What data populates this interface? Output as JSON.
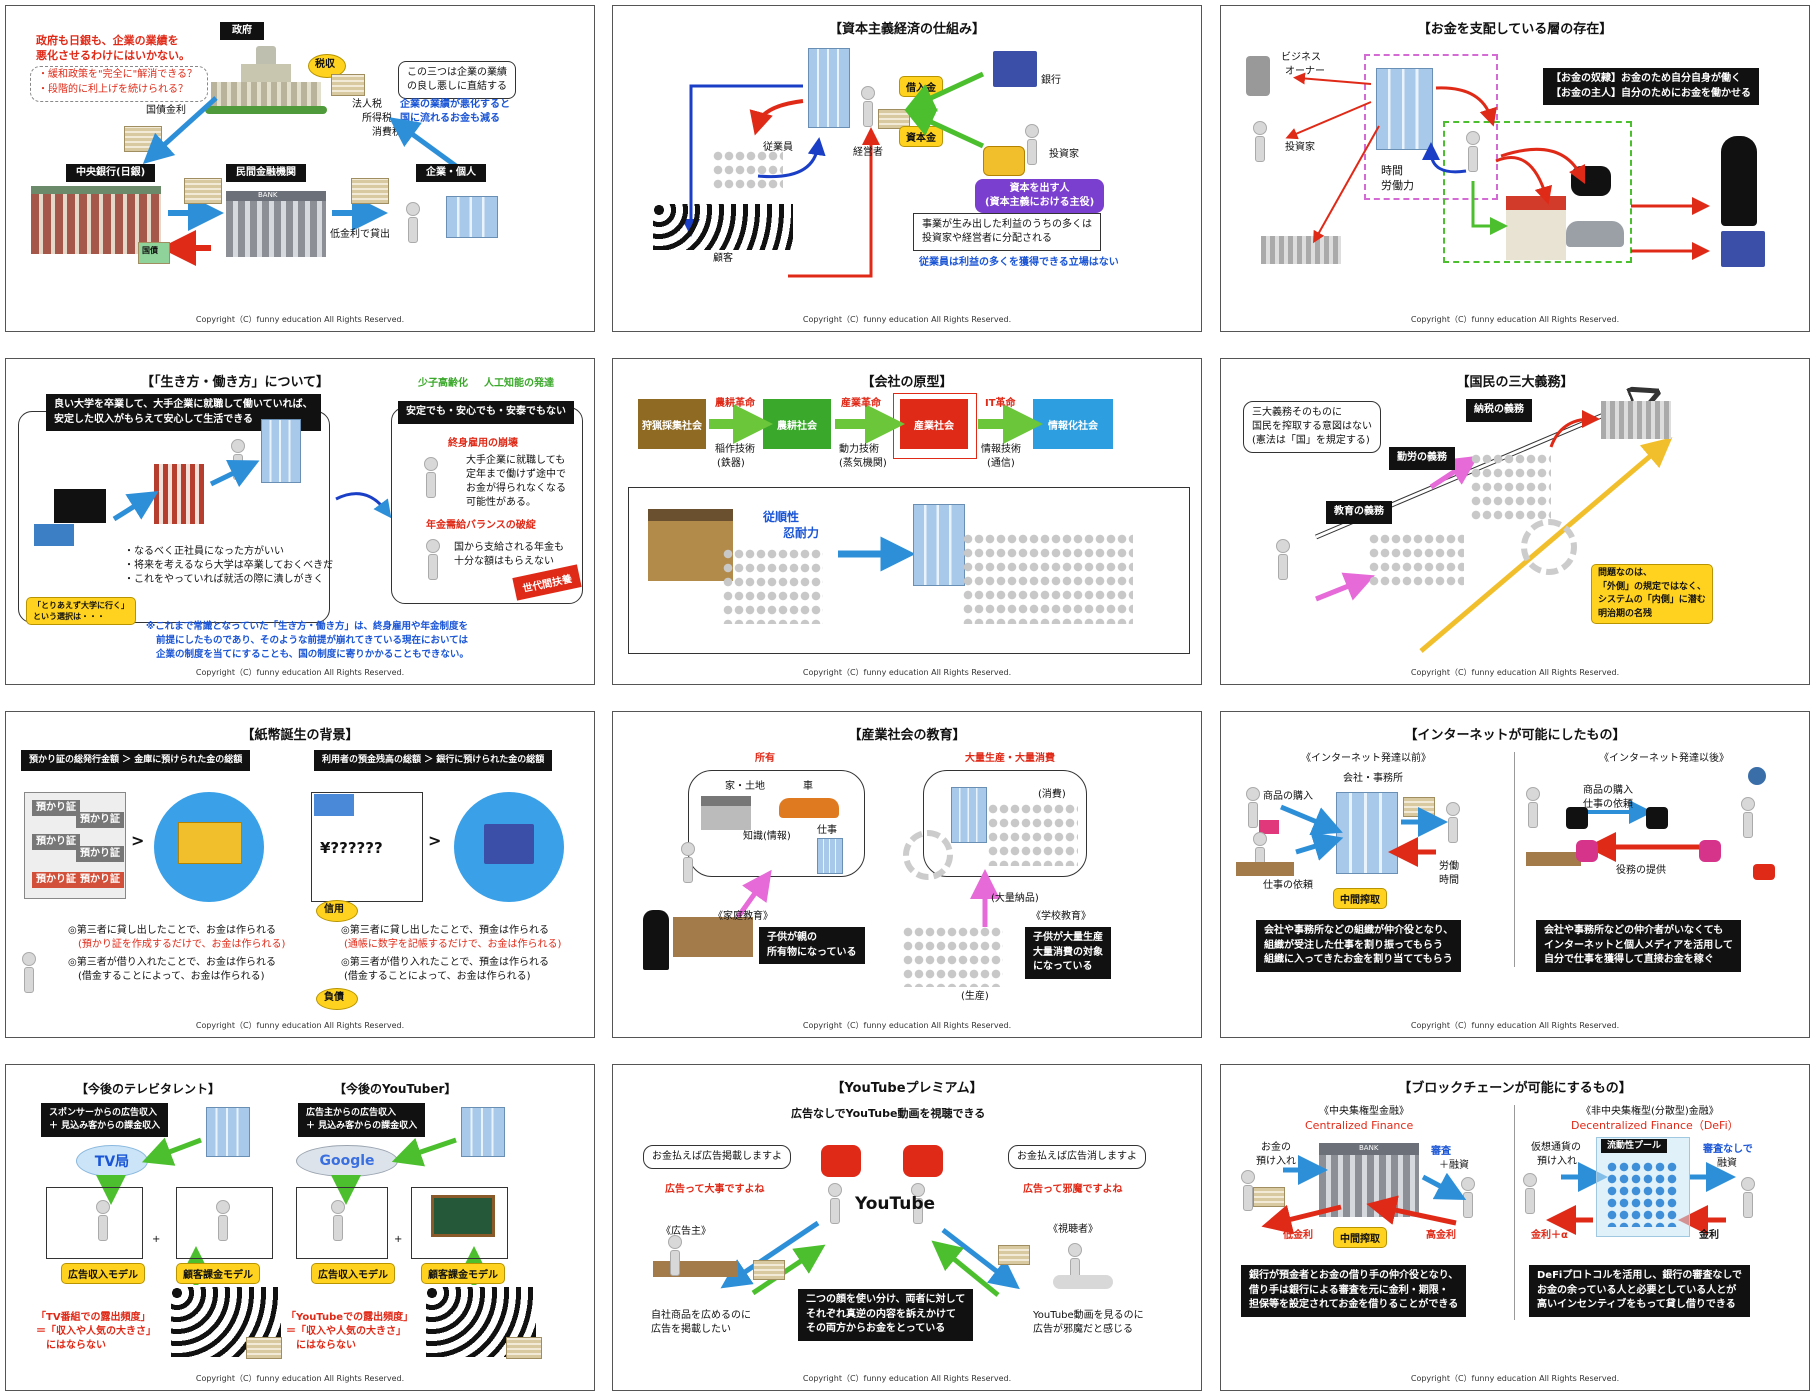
{
  "copyright": "Copyright（C）funny education All Rights Reserved.",
  "p1": {
    "gov": "政府",
    "central": "中央銀行(日銀)",
    "private": "民間金融機関",
    "corp": "企業・個人",
    "tax": "税収",
    "bond": "国債金利",
    "loan": "低金利で貸出",
    "taxes": [
      "法人税",
      "所得税",
      "消費税"
    ],
    "gov_note": [
      "政府も日銀も、企業の業績を",
      "悪化させるわけにはいかない。"
    ],
    "q": [
      "・緩和政策を\"完全に\"解消できる？",
      "・段階的に利上げを続けられる？"
    ],
    "note1": [
      "この三つは企業の業績",
      "の良し悪しに直結する"
    ],
    "note2": [
      "企業の業績が悪化すると",
      "国に流れるお金も減る"
    ],
    "kokusai": "国債",
    "bank": "BANK"
  },
  "p2": {
    "title": "【資本主義経済の仕組み】",
    "employee": "従業員",
    "manager": "経営者",
    "customer": "顧客",
    "bank": "銀行",
    "investor": "投資家",
    "loan": "借入金",
    "capital": "資本金",
    "purple": [
      "資本を出す人",
      "(資本主義における主役)"
    ],
    "box": [
      "事業が生み出した利益のうちの多くは",
      "投資家や経営者に分配される"
    ],
    "note": "従業員は利益の多くを獲得できる立場はない"
  },
  "p3": {
    "title": "【お金を支配している層の存在】",
    "owner": [
      "ビジネス",
      "オーナー"
    ],
    "investor": "投資家",
    "time": [
      "時間",
      "労働力"
    ],
    "dark": [
      "【お金の奴隷】お金のため自分自身が働く",
      "【お金の主人】自分のためにお金を働かせる"
    ]
  },
  "p4": {
    "title": "【「生き方・働き方」について】",
    "tags": [
      "少子高齢化",
      "人工知能の発達"
    ],
    "dark1": [
      "良い大学を卒業して、大手企業に就職して働いていれば、",
      "安定した収入がもらえて安心して生活できる"
    ],
    "dark2": "安定でも・安心でも・安泰でもない",
    "h1": "終身雇用の崩壊",
    "b1": [
      "大手企業に就職しても",
      "定年まで働けず途中で",
      "お金が得られなくなる",
      "可能性がある。"
    ],
    "h2": "年金需給バランスの破綻",
    "b2": [
      "国から支給される年金も",
      "十分な額はもらえない"
    ],
    "list": [
      "・なるべく正社員になった方がいい",
      "・将来を考えるなら大学は卒業しておくべきだ",
      "・これをやっていれば就活の際に潰しがきく"
    ],
    "bubble": [
      "「とりあえず大学に行く」",
      "という選択は・・・"
    ],
    "conflict": "世代間扶養",
    "bottom": [
      "※これまで常識となっていた「生き方・働き方」は、終身雇用や年金制度を",
      "前提にしたものであり、そのような前提が崩れてきている現在においては",
      "企業の制度を当てにすることも、国の制度に寄りかかることもできない。"
    ]
  },
  "p5": {
    "title": "【会社の原型】",
    "stages": [
      "狩猟採集社会",
      "農耕社会",
      "産業社会",
      "情報化社会"
    ],
    "revs": [
      "農耕革命",
      "産業革命",
      "IT革命"
    ],
    "techs": [
      [
        "稲作技術",
        "(鉄器)"
      ],
      [
        "動力技術",
        "(蒸気機関)"
      ],
      [
        "情報技術",
        "(通信)"
      ]
    ],
    "traits": [
      "従順性",
      "忍耐力"
    ]
  },
  "p6": {
    "title": "【国民の三大義務】",
    "bubble": [
      "三大義務そのものに",
      "国民を搾取する意図はない",
      "(憲法は「国」を規定する)"
    ],
    "duties": [
      "教育の義務",
      "勤労の義務",
      "納税の義務"
    ],
    "note": [
      "問題なのは、",
      "「外側」の規定ではなく、",
      "システムの「内側」に潜む",
      "明治期の名残"
    ]
  },
  "p7": {
    "title": "【紙幣誕生の背景】",
    "h1": "預かり証の総発行金額 ＞ 金庫に預けられた金の総額",
    "h2": "利用者の預金残高の総額 ＞ 銀行に預けられた金の総額",
    "cert": "預かり証",
    "yen": "¥??????",
    "credit": "信用",
    "debt": "負債",
    "l1": [
      "◎第三者に貸し出したことで、お金は作られる",
      "(預かり証を作成するだけで、お金は作られる)",
      "◎第三者が借り入れたことで、お金は作られる",
      "(借金することによって、お金は作られる)"
    ],
    "l2": [
      "◎第三者に貸し出したことで、預金は作られる",
      "(通帳に数字を記帳するだけで、お金は作られる)",
      "◎第三者が借り入れたことで、預金は作られる",
      "(借金することによって、お金は作られる)"
    ]
  },
  "p8": {
    "title": "【産業社会の教育】",
    "own": "所有",
    "mass": "大量生産・大量消費",
    "items": [
      "家・土地",
      "車",
      "知識(情報)",
      "仕事"
    ],
    "consume": "(消費)",
    "deliver": "(大量納品)",
    "produce": "(生産)",
    "home": "《家庭教育》",
    "homebox": [
      "子供が親の",
      "所有物になっている"
    ],
    "school": "《学校教育》",
    "schoolbox": [
      "子供が大量生産",
      "大量消費の対象",
      "になっている"
    ]
  },
  "p9": {
    "title": "【インターネットが可能にしたもの】",
    "before": "《インターネット発達以前》",
    "after": "《インターネット発達以後》",
    "office": "会社・事務所",
    "buy": "商品の購入",
    "req": "仕事の依頼",
    "mid": "中間搾取",
    "labor": [
      "労働",
      "時間"
    ],
    "buy2": [
      "商品の購入",
      "仕事の依頼"
    ],
    "service": "役務の提供",
    "box1": [
      "会社や事務所などの組織が仲介役となり、",
      "組織が受注した仕事を割り振ってもらう",
      "組織に入ってきたお金を割り当ててもらう"
    ],
    "box2": [
      "会社や事務所などの仲介者がいなくても",
      "インターネットと個人メディアを活用して",
      "自分で仕事を獲得して直接お金を稼ぐ"
    ]
  },
  "p10": {
    "t1": "【今後のテレビタレント】",
    "t2": "【今後のYouTuber】",
    "s1": [
      "スポンサーからの広告収入",
      "＋ 見込み客からの課金収入"
    ],
    "s2": [
      "広告主からの広告収入",
      "＋ 見込み客からの課金収入"
    ],
    "tv": "TV局",
    "google": "Google",
    "ad": "広告収入モデル",
    "pay": "顧客課金モデル",
    "n1": [
      "「TV番組での露出頻度」",
      "＝「収入や人気の大きさ」",
      "にはならない"
    ],
    "n2": [
      "「YouTubeでの露出頻度」",
      "＝「収入や人気の大きさ」",
      "にはならない"
    ]
  },
  "p11": {
    "title": "【YouTubeプレミアム】",
    "sub": "広告なしでYouTube動画を視聴できる",
    "b1": "お金払えば広告掲載しますよ",
    "b2": "お金払えば広告消しますよ",
    "r1": "広告って大事ですよね",
    "r2": "広告って邪魔ですよね",
    "adv": "《広告主》",
    "viewer": "《視聴者》",
    "logo": "YouTube",
    "a1": [
      "自社商品を広めるのに",
      "広告を掲載したい"
    ],
    "a2": [
      "YouTube動画を見るのに",
      "広告が邪魔だと感じる"
    ],
    "box": [
      "二つの顔を使い分け、両者に対して",
      "それぞれ真逆の内容を訴えかけて",
      "その両方からお金をとっている"
    ]
  },
  "p12": {
    "title": "【ブロックチェーンが可能にするもの】",
    "h1": "《中央集権型金融》",
    "e1": "Centralized Finance",
    "h2": "《非中央集権型(分散型)金融》",
    "e2": "Decentralized Finance（DeFi）",
    "deposit": [
      "お金の",
      "預け入れ"
    ],
    "review": "審査",
    "loanplus": "＋融資",
    "low": "低金利",
    "high": "高金利",
    "mid": "中間搾取",
    "pool": "流動性プール",
    "vdeposit": [
      "仮想通貨の",
      "預け入れ"
    ],
    "review2": "審査なしで",
    "loan2": "融資",
    "rate": "金利＋α",
    "rate2": "金利",
    "bank": "BANK",
    "box1": [
      "銀行が預金者とお金の借り手の仲介役となり、",
      "借り手は銀行による審査を元に金利・期限・",
      "担保等を設定されてお金を借りることができる"
    ],
    "box2": [
      "DeFiプロトコルを活用し、銀行の審査なしで",
      "お金の余っている人と必要としている人とが",
      "高いインセンティブをもって貸し借りできる"
    ]
  },
  "colors": {
    "accent_red": "#e02a18",
    "accent_blue": "#1a55d6",
    "yellow": "#ffd21f",
    "purple": "#7b3fcf"
  }
}
